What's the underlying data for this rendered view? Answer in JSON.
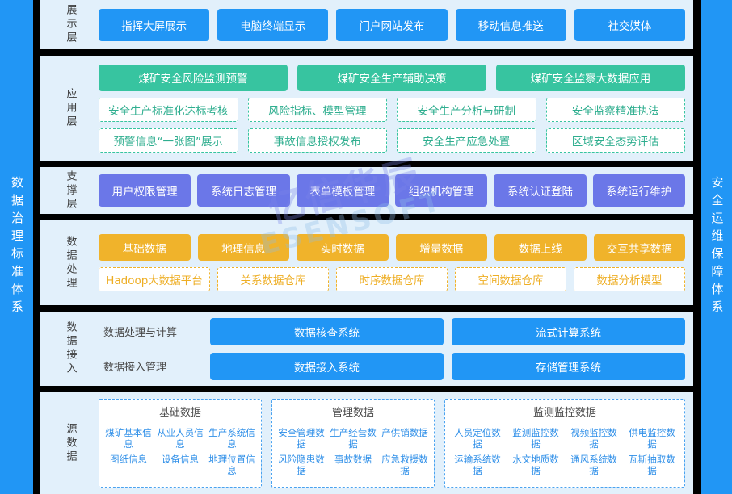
{
  "rails": {
    "left_label": "数据治理标准体系",
    "right_label": "安全运维保障体系"
  },
  "watermark": {
    "cn": "亿信华辰",
    "en": "ESENSOFT"
  },
  "colors": {
    "blue": "#2196f5",
    "green": "#37c4a0",
    "purple": "#6b77e8",
    "orange": "#f0b32b",
    "band_bg": "#e2f0fb",
    "gap": "#000000"
  },
  "layers": {
    "display": {
      "label": "展示层",
      "items": [
        "指挥大屏展示",
        "电脑终端显示",
        "门户网站发布",
        "移动信息推送",
        "社交媒体"
      ]
    },
    "application": {
      "label": "应用层",
      "apps": [
        "煤矿安全风险监测预警",
        "煤矿安全生产辅助决策",
        "煤矿安全监察大数据应用"
      ],
      "sub_row1": [
        "安全生产标准化达标考核",
        "风险指标、模型管理",
        "安全生产分析与研制",
        "安全监察精准执法"
      ],
      "sub_row2": [
        "预警信息“一张图”展示",
        "事故信息授权发布",
        "安全生产应急处置",
        "区域安全态势评估"
      ]
    },
    "support": {
      "label": "支撑层",
      "items": [
        "用户权限管理",
        "系统日志管理",
        "表单模板管理",
        "组织机构管理",
        "系统认证登陆",
        "系统运行维护"
      ]
    },
    "process": {
      "label": "数据处理",
      "row1": [
        "基础数据",
        "地理信息",
        "实时数据",
        "增量数据",
        "数据上线",
        "交互共享数据"
      ],
      "row2": [
        "Hadoop大数据平台",
        "关系数据仓库",
        "时序数据仓库",
        "空间数据仓库",
        "数据分析模型"
      ]
    },
    "access": {
      "label": "数据接入",
      "rows": [
        {
          "sublabel": "数据处理与计算",
          "items": [
            "数据核查系统",
            "流式计算系统"
          ]
        },
        {
          "sublabel": "数据接入管理",
          "items": [
            "数据接入系统",
            "存储管理系统"
          ]
        }
      ]
    },
    "source": {
      "label": "源数据",
      "groups": [
        {
          "title": "基础数据",
          "items": [
            "煤矿基本信息",
            "从业人员信息",
            "生产系统信息",
            "图纸信息",
            "设备信息",
            "地理位置信息"
          ]
        },
        {
          "title": "管理数据",
          "items": [
            "安全管理数据",
            "生产经营数据",
            "产供销数据",
            "风险隐患数据",
            "事故数据",
            "应急救援数据"
          ]
        },
        {
          "title": "监测监控数据",
          "items": [
            "人员定位数据",
            "监测监控数据",
            "视频监控数据",
            "供电监控数据",
            "运输系统数据",
            "水文地质数据",
            "通风系统数据",
            "瓦斯抽取数据"
          ]
        }
      ]
    }
  }
}
